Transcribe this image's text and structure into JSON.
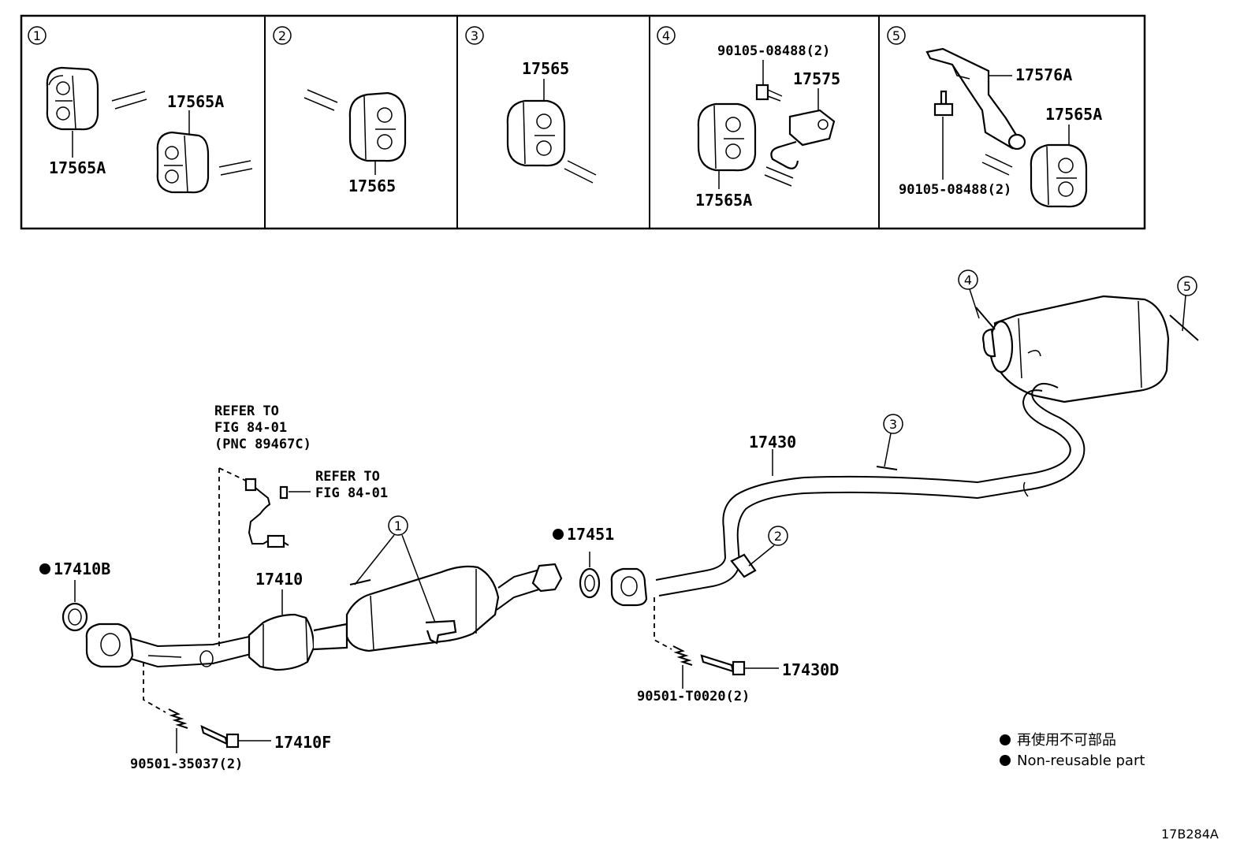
{
  "panels": [
    {
      "num": "1",
      "parts": [
        "17565A",
        "17565A"
      ]
    },
    {
      "num": "2",
      "parts": [
        "17565"
      ]
    },
    {
      "num": "3",
      "parts": [
        "17565"
      ]
    },
    {
      "num": "4",
      "parts": [
        "90105-08488(2)",
        "17575",
        "17565A"
      ]
    },
    {
      "num": "5",
      "parts": [
        "17576A",
        "17565A",
        "90105-08488(2)"
      ]
    }
  ],
  "main": {
    "refer1": [
      "REFER TO",
      "FIG 84-01",
      "(PNC 89467C)"
    ],
    "refer2": [
      "REFER TO",
      "FIG 84-01"
    ],
    "labels": {
      "p17410B": "17410B",
      "p17410": "17410",
      "p17451": "17451",
      "p17430": "17430",
      "p17430D": "17430D",
      "p90501T": "90501-T0020(2)",
      "p17410F": "17410F",
      "p90501_35": "90501-35037(2)"
    },
    "callouts": {
      "c1": "1",
      "c2": "2",
      "c3": "3",
      "c4": "4",
      "c5": "5"
    }
  },
  "legend": {
    "line1": "再使用不可部品",
    "line2": "Non-reusable part"
  },
  "figure_code": "17B284A"
}
